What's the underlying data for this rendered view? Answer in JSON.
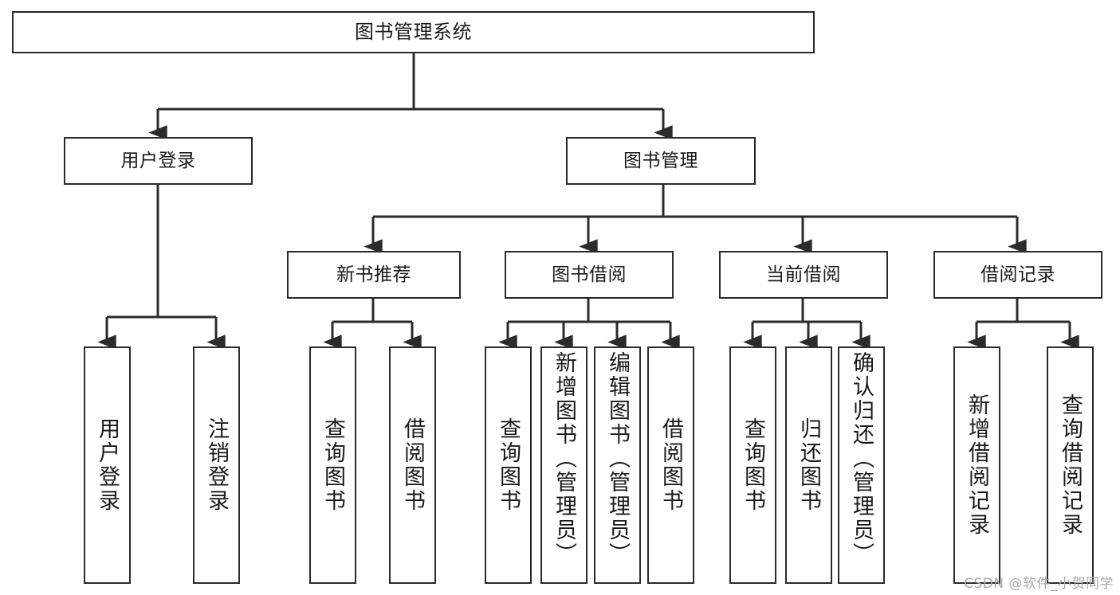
{
  "diagram": {
    "title": "图书管理系统",
    "type": "hierarchy-tree",
    "watermark": "CSDN @软件_小贺同学",
    "colors": {
      "stroke": "#2b2b2b",
      "fill": "#ffffff",
      "text": "#1a1a1a",
      "watermark": "#a9a9a9"
    },
    "levels": {
      "root": "图书管理系统",
      "level2": [
        "用户登录",
        "图书管理"
      ],
      "level3": [
        "新书推荐",
        "图书借阅",
        "当前借阅",
        "借阅记录"
      ]
    },
    "nodes": {
      "root": {
        "label": "图书管理系统"
      },
      "user_login": {
        "label": "用户登录"
      },
      "book_manage": {
        "label": "图书管理"
      },
      "new_book_rec": {
        "label": "新书推荐"
      },
      "book_borrow": {
        "label": "图书借阅"
      },
      "current_borrow": {
        "label": "当前借阅"
      },
      "borrow_record": {
        "label": "借阅记录"
      },
      "leaf_user_login": {
        "label": "用户登录"
      },
      "leaf_logout_login": {
        "label": "注销登录"
      },
      "leaf_query_book_1": {
        "label": "查询图书"
      },
      "leaf_borrow_book_1": {
        "label": "借阅图书"
      },
      "leaf_query_book_2": {
        "label": "查询图书"
      },
      "leaf_add_book": {
        "label": "新增图书（管理员）"
      },
      "leaf_edit_book": {
        "label": "编辑图书（管理员）"
      },
      "leaf_borrow_book_2": {
        "label": "借阅图书"
      },
      "leaf_query_book_3": {
        "label": "查询图书"
      },
      "leaf_return_book": {
        "label": "归还图书"
      },
      "leaf_confirm_return": {
        "label": "确认归还（管理员）"
      },
      "leaf_add_record": {
        "label": "新增借阅记录"
      },
      "leaf_query_record": {
        "label": "查询借阅记录"
      }
    },
    "edges": [
      {
        "from": "root",
        "to": "user_login"
      },
      {
        "from": "root",
        "to": "book_manage"
      },
      {
        "from": "user_login",
        "to": "leaf_user_login"
      },
      {
        "from": "user_login",
        "to": "leaf_logout_login"
      },
      {
        "from": "book_manage",
        "to": "new_book_rec"
      },
      {
        "from": "book_manage",
        "to": "book_borrow"
      },
      {
        "from": "book_manage",
        "to": "current_borrow"
      },
      {
        "from": "book_manage",
        "to": "borrow_record"
      },
      {
        "from": "new_book_rec",
        "to": "leaf_query_book_1"
      },
      {
        "from": "new_book_rec",
        "to": "leaf_borrow_book_1"
      },
      {
        "from": "book_borrow",
        "to": "leaf_query_book_2"
      },
      {
        "from": "book_borrow",
        "to": "leaf_add_book"
      },
      {
        "from": "book_borrow",
        "to": "leaf_edit_book"
      },
      {
        "from": "book_borrow",
        "to": "leaf_borrow_book_2"
      },
      {
        "from": "current_borrow",
        "to": "leaf_query_book_3"
      },
      {
        "from": "current_borrow",
        "to": "leaf_return_book"
      },
      {
        "from": "current_borrow",
        "to": "leaf_confirm_return"
      },
      {
        "from": "borrow_record",
        "to": "leaf_add_record"
      },
      {
        "from": "borrow_record",
        "to": "leaf_query_record"
      }
    ]
  }
}
